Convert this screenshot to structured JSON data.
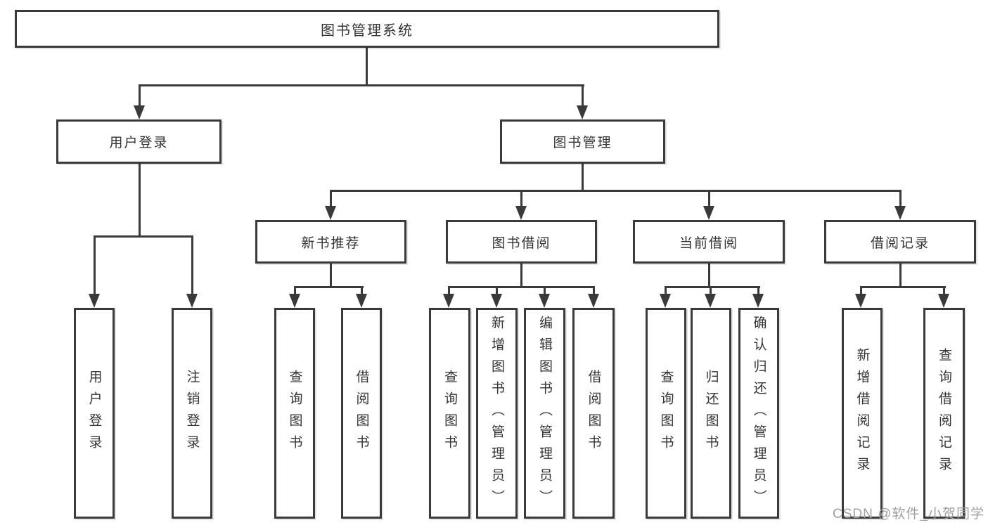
{
  "tree": {
    "root": "图书管理系统",
    "children": [
      {
        "label": "用户登录",
        "children": [
          {
            "label": "用户登录"
          },
          {
            "label": "注销登录"
          }
        ]
      },
      {
        "label": "图书管理",
        "children": [
          {
            "label": "新书推荐",
            "children": [
              {
                "label": "查询图书"
              },
              {
                "label": "借阅图书"
              }
            ]
          },
          {
            "label": "图书借阅",
            "children": [
              {
                "label": "查询图书"
              },
              {
                "label": "新增图书（管理员）"
              },
              {
                "label": "编辑图书（管理员）"
              },
              {
                "label": "借阅图书"
              }
            ]
          },
          {
            "label": "当前借阅",
            "children": [
              {
                "label": "查询图书"
              },
              {
                "label": "归还图书"
              },
              {
                "label": "确认归还（管理员）"
              }
            ]
          },
          {
            "label": "借阅记录",
            "children": [
              {
                "label": "新增借阅记录"
              },
              {
                "label": "查询借阅记录"
              }
            ]
          }
        ]
      }
    ]
  },
  "watermark": "CSDN @软件_小贺同学",
  "colors": {
    "line": "#3a3a3a",
    "text": "#333333",
    "background": "#ffffff",
    "watermark": "#9f9f9f"
  }
}
